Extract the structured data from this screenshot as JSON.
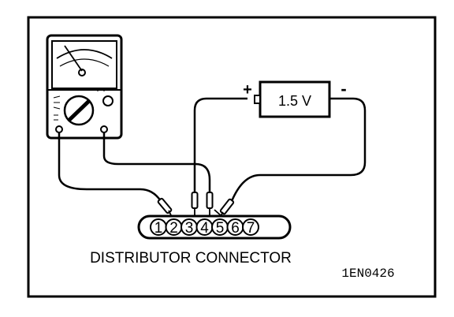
{
  "battery": {
    "label": "1.5 V",
    "plus": "+",
    "minus": "-"
  },
  "connector": {
    "label": "DISTRIBUTOR CONNECTOR",
    "pins": [
      "1",
      "2",
      "3",
      "4",
      "5",
      "6",
      "7"
    ]
  },
  "figure_code": "1EN0426"
}
